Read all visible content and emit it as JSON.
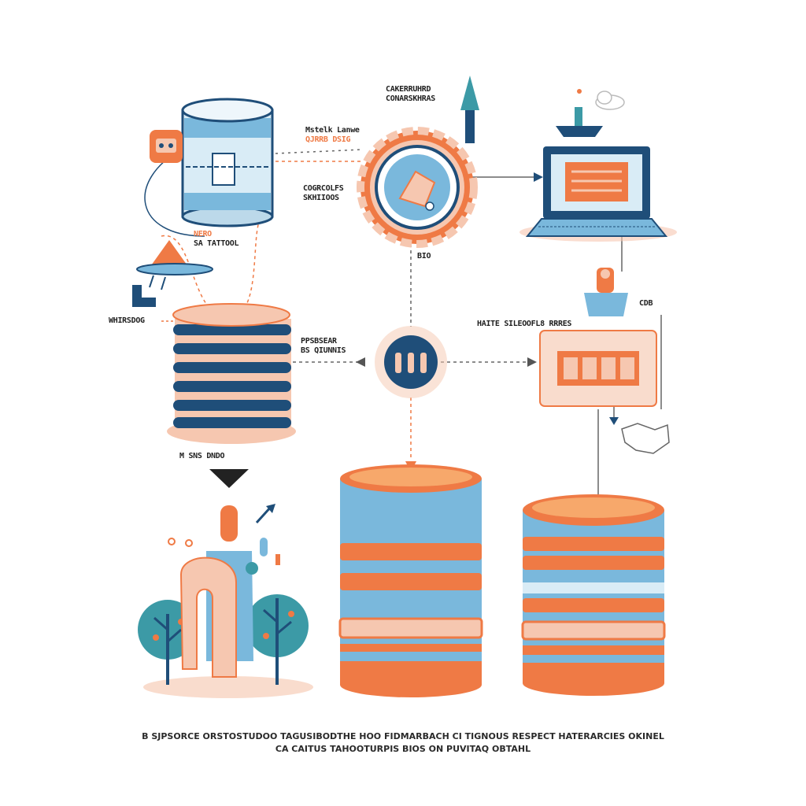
{
  "colors": {
    "navy": "#1f4e79",
    "blue": "#7ab8dc",
    "lightblue": "#cfe6f3",
    "orange": "#ef7a45",
    "peach": "#f6c7b0",
    "teal": "#3c9aa6",
    "line": "#666666"
  },
  "labels": {
    "top_center": [
      "CAKERRUHRD",
      "CONARSKHRAS"
    ],
    "server_right": [
      "Mstelk Lanwe",
      "QJRRB DSIG"
    ],
    "gear_left": [
      "COGRCOLFS",
      "SKHIIOOS"
    ],
    "pin": [
      "NERO",
      "SA TATTOOL"
    ],
    "gear_below": "BIO",
    "left_small": "WHIRSDOG",
    "stack_right": [
      "PPSBSEAR",
      "BS QIUNNIS"
    ],
    "right_panel_top": "HAITE SILEOOFL8 RRRES",
    "bucket_side": "CDB",
    "below_stack": "M SNS DNDO"
  },
  "caption": [
    "B SJPSORCE ORSTOSTUDOO TAGUSIBODTHE HOO FIDMARBACH CI TIGNOUS RESPECT HATERARCIES OKINEL",
    "CA CAITUS TAHOOTURPIS BIOS ON PUVITAQ OBTAHL"
  ]
}
